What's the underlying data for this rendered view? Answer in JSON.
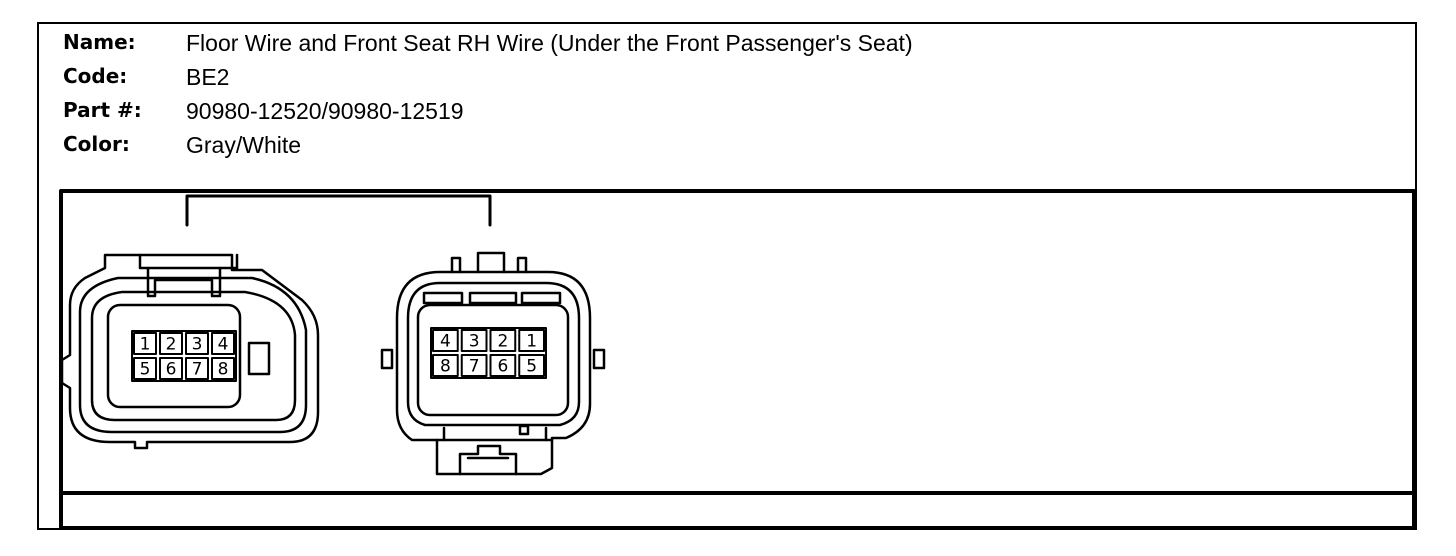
{
  "info": {
    "name_label": "Name:",
    "name_value": "Floor Wire and Front Seat RH Wire (Under the Front Passenger's Seat)",
    "code_label": "Code:",
    "code_value": "BE2",
    "part_label": "Part #:",
    "part_value": "90980-12520/90980-12519",
    "color_label": "Color:",
    "color_value": "Gray/White"
  },
  "connectors": {
    "left": {
      "top_row": [
        "1",
        "2",
        "3",
        "4"
      ],
      "bottom_row": [
        "5",
        "6",
        "7",
        "8"
      ]
    },
    "right": {
      "top_row": [
        "4",
        "3",
        "2",
        "1"
      ],
      "bottom_row": [
        "8",
        "7",
        "6",
        "5"
      ]
    }
  },
  "colors": {
    "line": "#000000",
    "background": "#ffffff"
  }
}
